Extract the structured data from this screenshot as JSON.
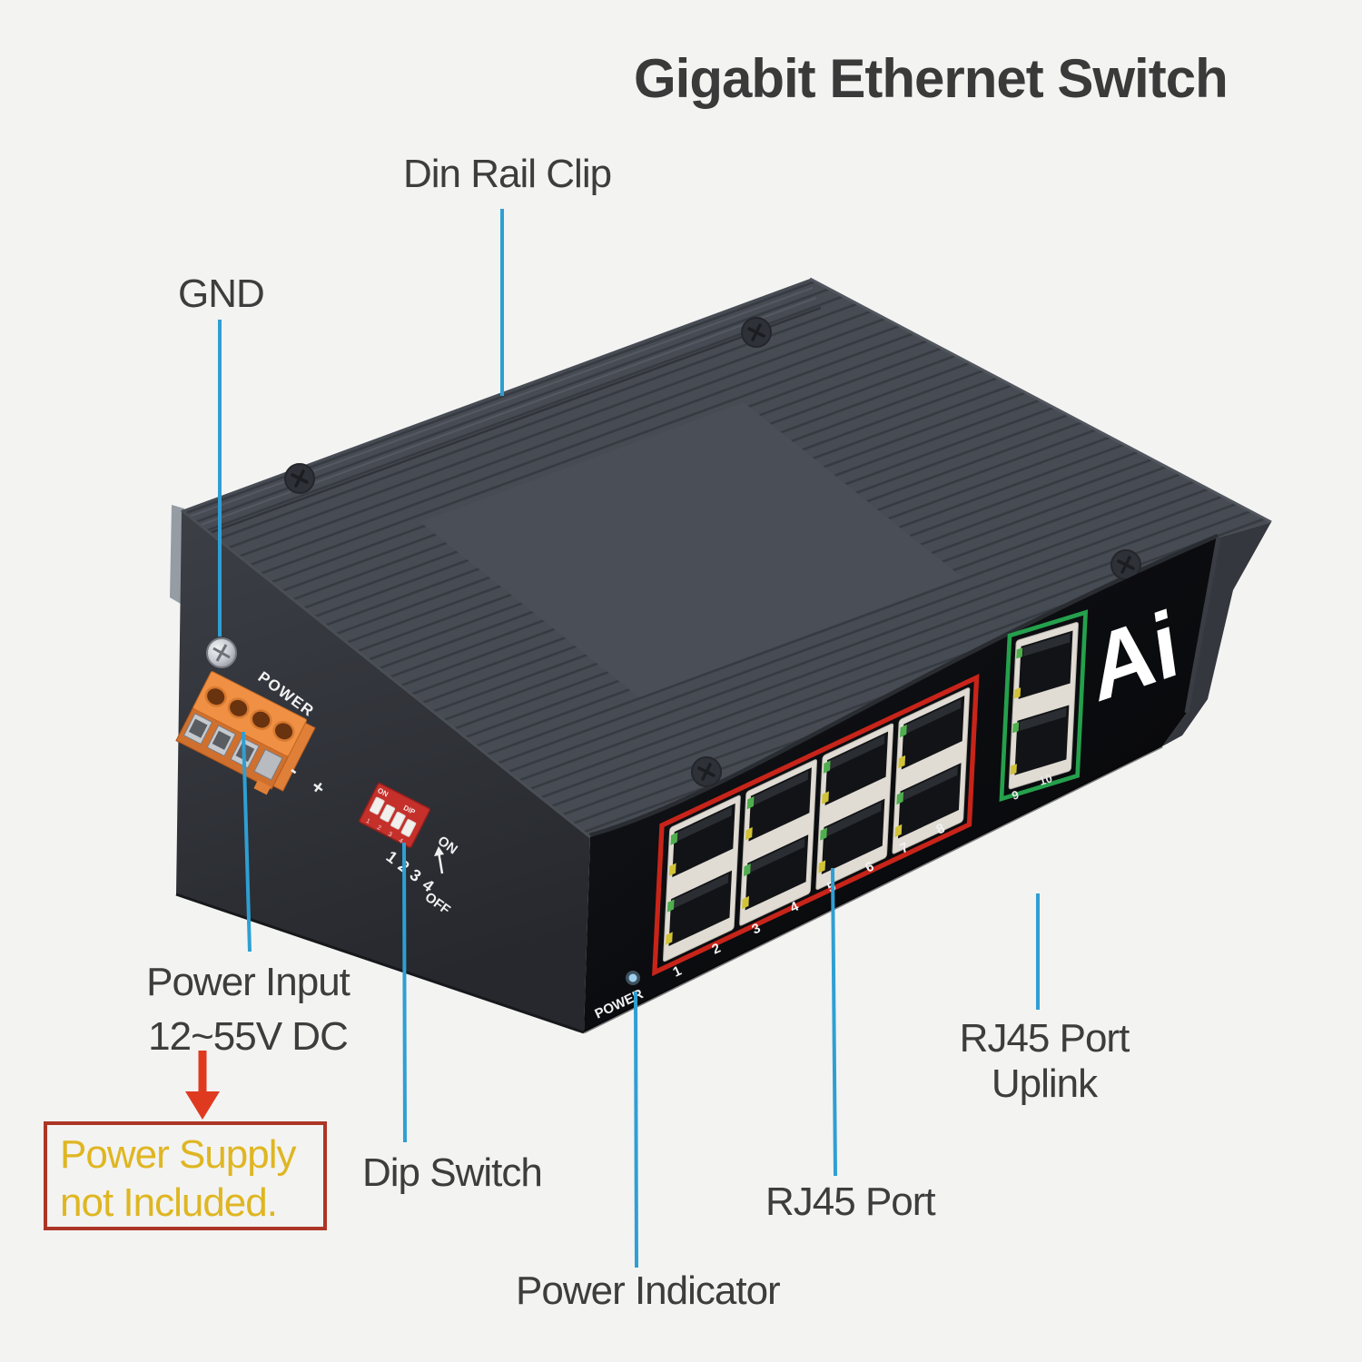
{
  "title": "Gigabit Ethernet Switch",
  "annotations": {
    "din_rail_clip": "Din Rail Clip",
    "gnd": "GND",
    "power_input_line1": "Power Input",
    "power_input_line2": "12~55V DC",
    "warning_line1": "Power Supply",
    "warning_line2": "not Included.",
    "dip_switch": "Dip Switch",
    "power_indicator": "Power Indicator",
    "rj45_port": "RJ45 Port",
    "rj45_uplink_line1": "RJ45 Port",
    "rj45_uplink_line2": "Uplink"
  },
  "device": {
    "brand": "Ai",
    "left_face": {
      "power_label": "POWER",
      "polarity": "- +",
      "dip": {
        "on": "ON",
        "dip_label": "DIP",
        "digits": [
          "1",
          "2",
          "3",
          "4"
        ],
        "print_on": "ON",
        "print_off": "OFF"
      }
    },
    "front": {
      "power_led_label": "POWER",
      "ports": [
        "1",
        "2",
        "3",
        "4",
        "5",
        "6",
        "7",
        "8"
      ],
      "uplink_ports": [
        "9",
        "10"
      ]
    }
  },
  "colors": {
    "annotation_line": "#2f9fd2",
    "arrow_red": "#df3a20",
    "warning_border": "#ad3526",
    "warning_text": "#dfb622",
    "port_box_red": "#c8241a",
    "uplink_box_green": "#25a04c",
    "dip_red": "#c5302b",
    "connector_orange": "#ef9044",
    "power_led_blue": "#9fd0f0"
  }
}
